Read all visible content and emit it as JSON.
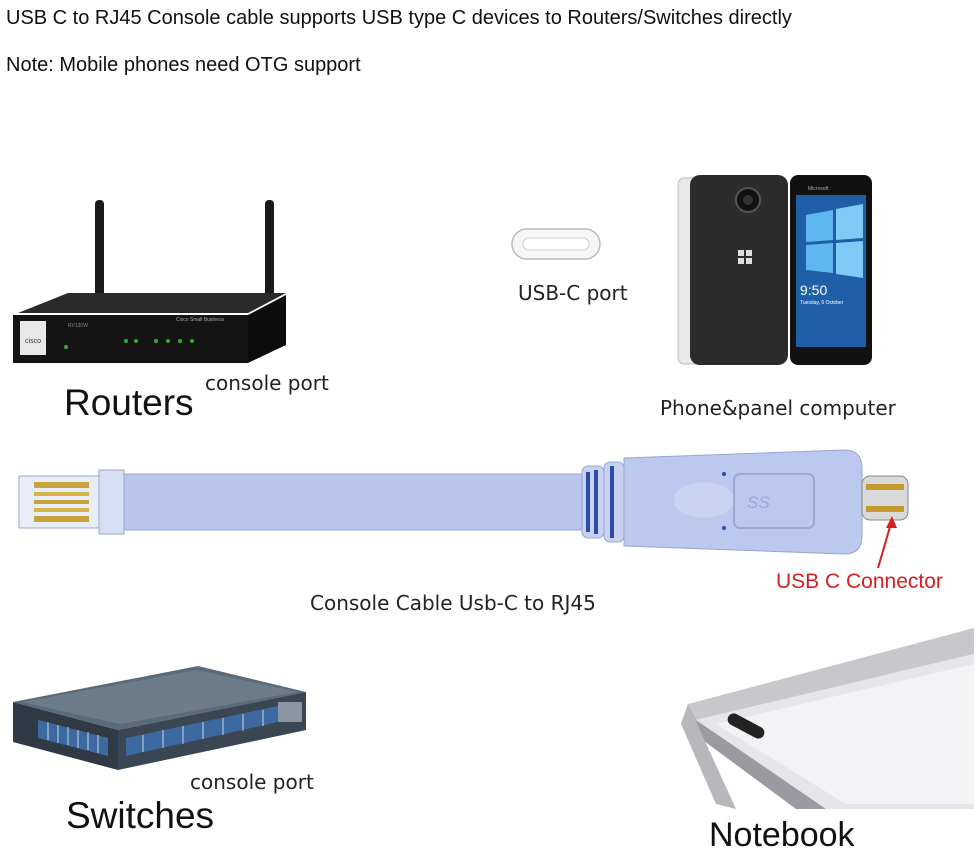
{
  "header": {
    "line1": "USB C to RJ45 Console cable supports USB type C devices to Routers/Switches directly",
    "line2": "Note: Mobile phones need OTG support"
  },
  "router": {
    "label": "Routers",
    "port_label": "console port",
    "brand_text": "Cisco Small Business",
    "model_text": "RV130W",
    "logo_text": "cisco"
  },
  "usb_port": {
    "label": "USB-C port"
  },
  "phone": {
    "label": "Phone&panel computer",
    "time": "9:50",
    "date": "Tuesday, 6 October",
    "brand": "Microsoft"
  },
  "cable": {
    "label": "Console Cable Usb-C to RJ45",
    "ss_logo": "SS",
    "connector_label": "USB C Connector",
    "colors": {
      "body": "#b8c6ec",
      "accent": "#2c4aa8",
      "connector_label": "#d42020"
    }
  },
  "switch": {
    "label": "Switches",
    "port_label": "console port"
  },
  "notebook": {
    "label": "Notebook"
  }
}
